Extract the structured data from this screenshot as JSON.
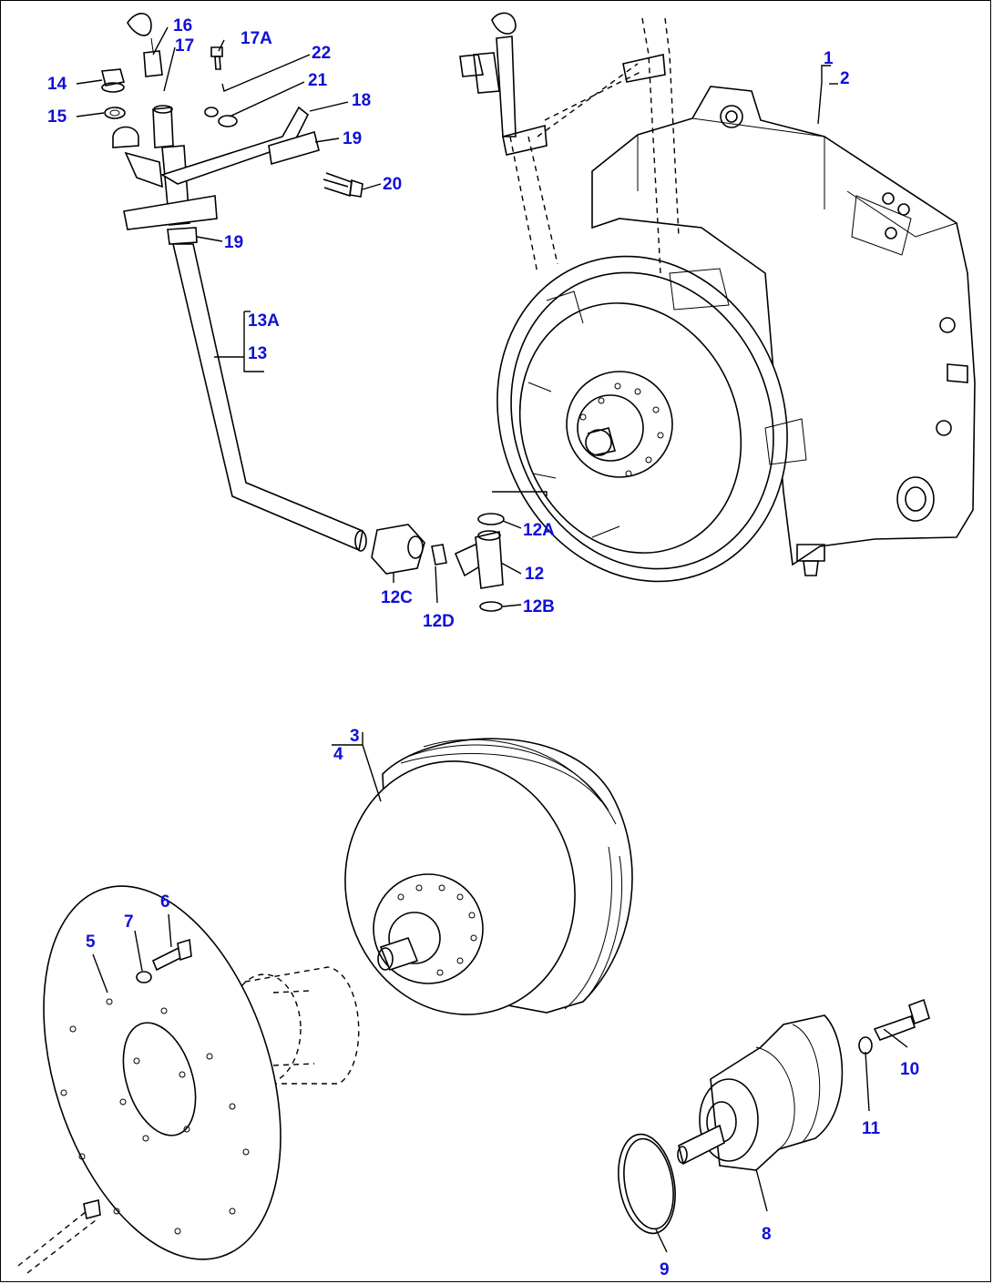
{
  "callouts": {
    "c1": "1",
    "c2": "2",
    "c3": "3",
    "c4": "4",
    "c5": "5",
    "c6": "6",
    "c7": "7",
    "c8": "8",
    "c9": "9",
    "c10": "10",
    "c11": "11",
    "c12": "12",
    "c12A": "12A",
    "c12B": "12B",
    "c12C": "12C",
    "c12D": "12D",
    "c13": "13",
    "c13A": "13A",
    "c14": "14",
    "c15": "15",
    "c16": "16",
    "c17": "17",
    "c17A": "17A",
    "c18": "18",
    "c19a": "19",
    "c19b": "19",
    "c20": "20",
    "c21": "21",
    "c22": "22"
  },
  "colors": {
    "callout": "#1010d8",
    "line": "#000000",
    "background": "#ffffff"
  }
}
